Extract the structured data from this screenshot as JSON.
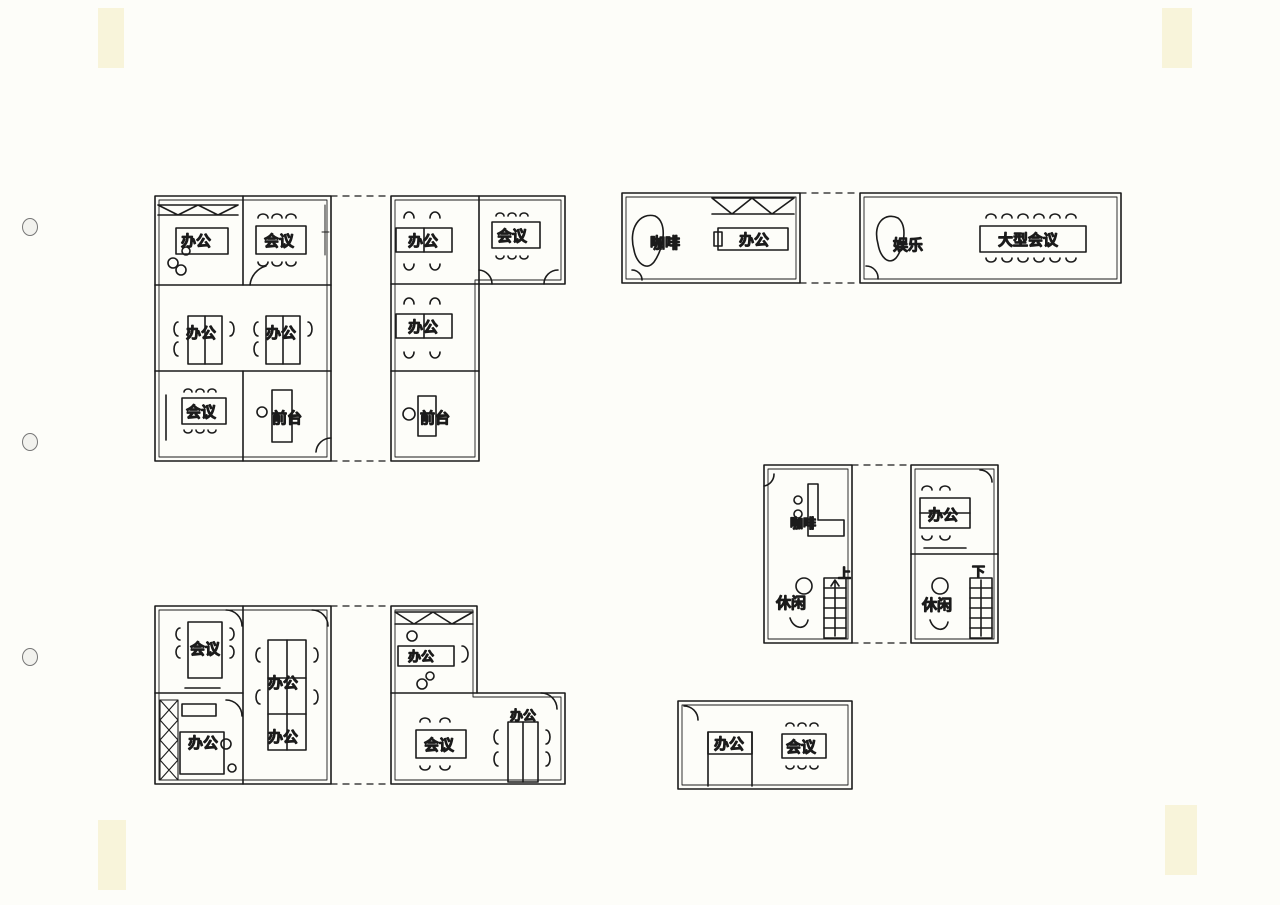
{
  "labels": {
    "office": "办公",
    "meeting": "会议",
    "reception": "前台",
    "entertainment": "娱乐",
    "large_meeting": "大型会议",
    "coffee": "咖啡",
    "leisure": "休闲",
    "up": "上",
    "down": "下"
  },
  "colors": {
    "ink": "#1b1b1b",
    "paper": "#fdfdf9",
    "tape": "#f6f0cf"
  }
}
